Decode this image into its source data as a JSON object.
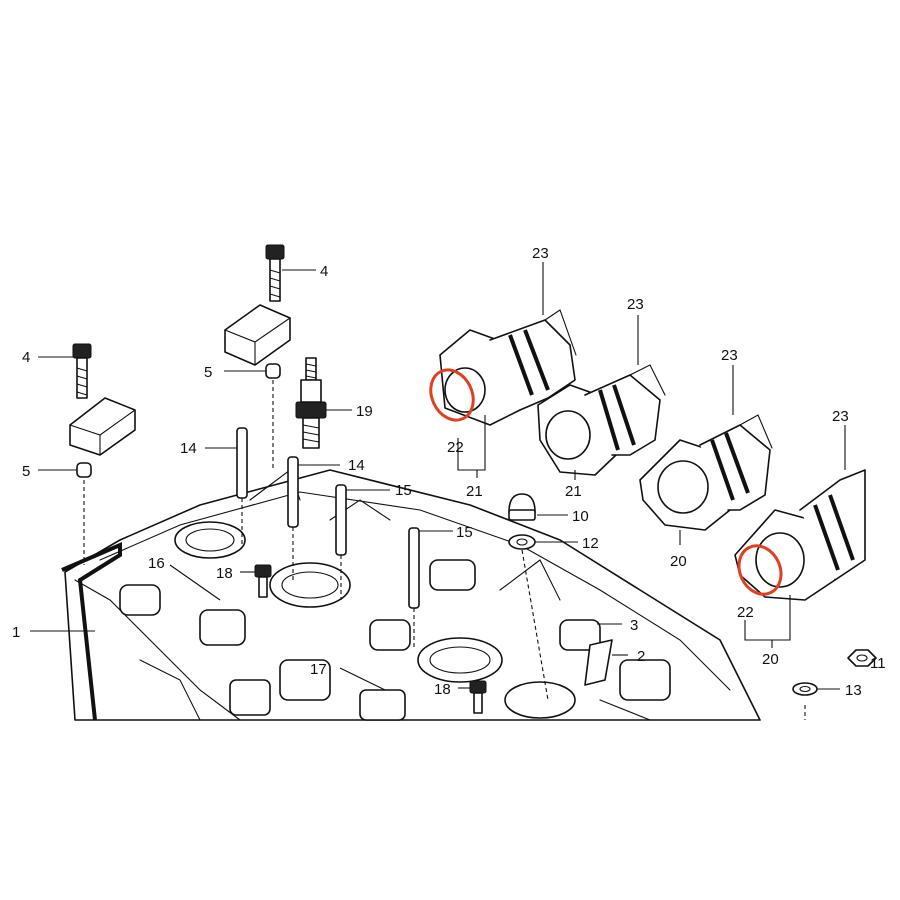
{
  "diagram": {
    "labels": {
      "l1": "1",
      "l2": "2",
      "l3": "3",
      "l4a": "4",
      "l4b": "4",
      "l5a": "5",
      "l5b": "5",
      "l10": "10",
      "l11": "11",
      "l12": "12",
      "l13": "13",
      "l14a": "14",
      "l14b": "14",
      "l15a": "15",
      "l15b": "15",
      "l16": "16",
      "l17": "17",
      "l18a": "18",
      "l18b": "18",
      "l19": "19",
      "l20a": "20",
      "l20b": "20",
      "l21a": "21",
      "l21b": "21",
      "l22a": "22",
      "l22b": "22",
      "l23a": "23",
      "l23b": "23",
      "l23c": "23",
      "l23d": "23"
    },
    "highlight_color": "#e0401f",
    "icons": [
      "bolt-icon",
      "cap-icon",
      "clamp-icon",
      "spark-plug-icon",
      "stud-icon",
      "intake-boot-icon",
      "nut-icon",
      "washer-icon",
      "cylinder-head-icon"
    ]
  }
}
